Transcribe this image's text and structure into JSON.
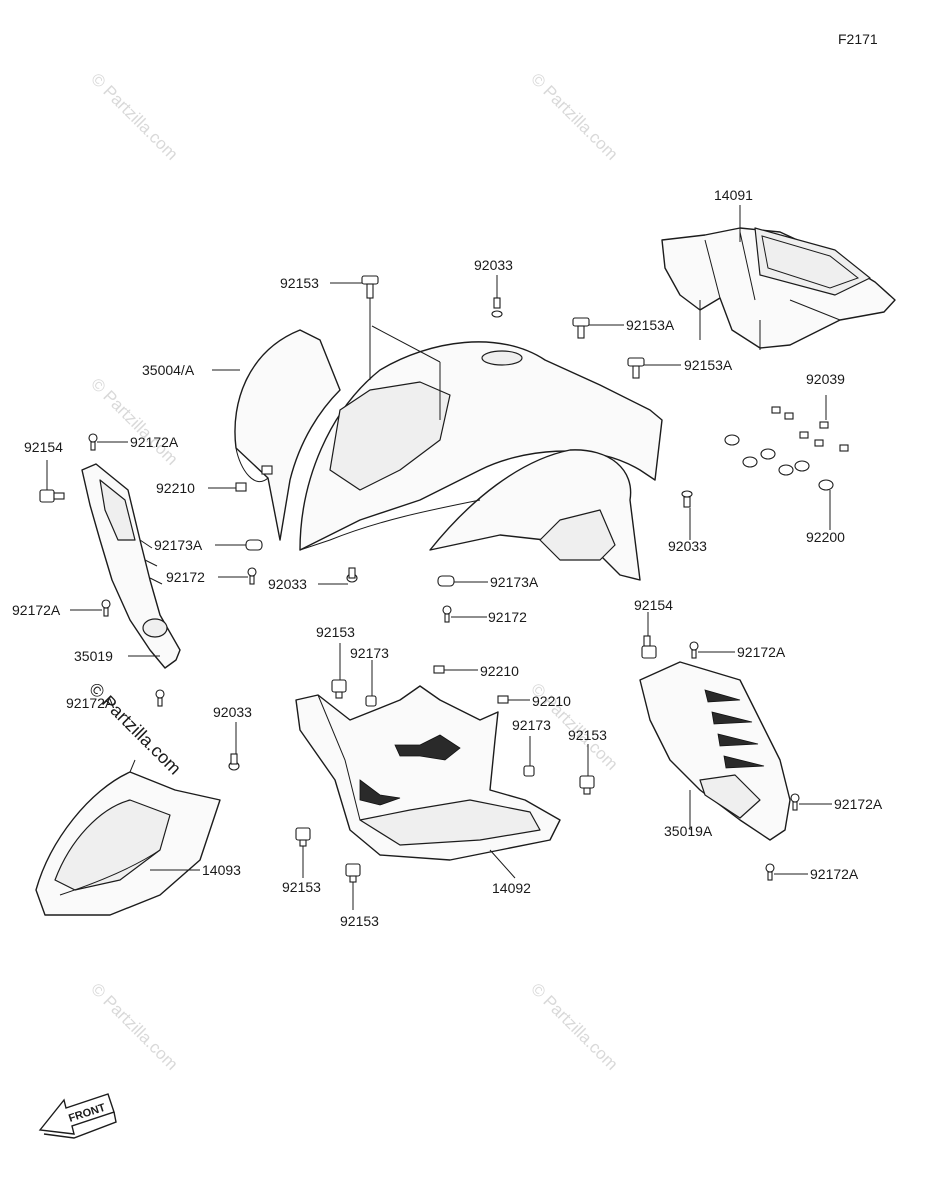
{
  "figure_id": "F2171",
  "watermark": "© Partzilla.com",
  "front_badge": "FRONT",
  "colors": {
    "line": "#1c1c1c",
    "watermark": "#d9d9d9"
  },
  "labels": {
    "p14091": "14091",
    "p92153_top": "92153",
    "p92033_top": "92033",
    "p92153A_1": "92153A",
    "p92153A_2": "92153A",
    "p35004A": "35004/A",
    "p92039": "92039",
    "p92154_left": "92154",
    "p92172A_1": "92172A",
    "p92210_1": "92210",
    "p92033_right": "92033",
    "p92200": "92200",
    "p92173A_1": "92173A",
    "p92172_1": "92172",
    "p92033_mid": "92033",
    "p92173A_2": "92173A",
    "p92172_2": "92172",
    "p92172A_2": "92172A",
    "p92154_right": "92154",
    "p35019": "35019",
    "p92153_a": "92153",
    "p92173_a": "92173",
    "p92210_2": "92210",
    "p92172A_3": "92172A",
    "p92172A_4": "92172A",
    "p92033_low": "92033",
    "p92210_3": "92210",
    "p92173_b": "92173",
    "p92153_b": "92153",
    "p92172A_5": "92172A",
    "p35019A": "35019A",
    "p14093": "14093",
    "p92153_c": "92153",
    "p14092": "14092",
    "p92172A_6": "92172A",
    "p92153_d": "92153"
  }
}
